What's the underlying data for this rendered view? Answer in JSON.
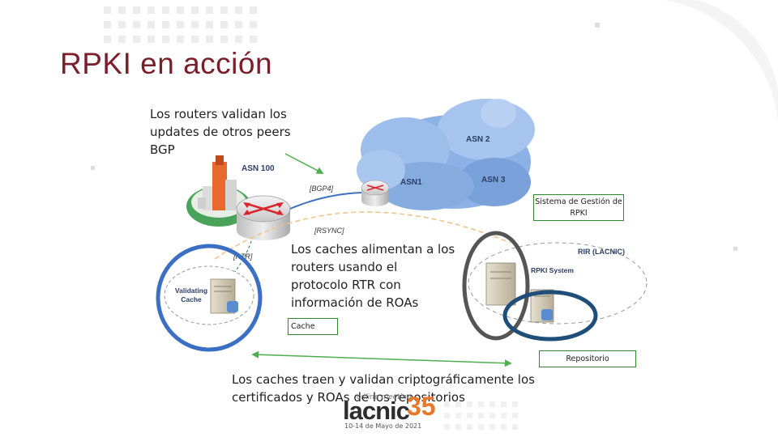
{
  "slide": {
    "title": "RPKI en acción",
    "note_validate": "Los routers validan los updates de otros peers BGP",
    "note_feed": "Los caches alimentan a los routers usando el protocolo RTR con información de ROAs",
    "note_fetch": "Los caches traen y validan criptográficamente los certificados y ROAs de los repositorios",
    "tag_system": "Sistema de Gestión de RPKI",
    "tag_cache": "Cache",
    "tag_repo": "Repositorio"
  },
  "diagram": {
    "asn100": "ASN 100",
    "asn1": "ASN1",
    "asn2": "ASN 2",
    "asn3": "ASN 3",
    "bgp4": "[BGP4]",
    "rsync": "[RSYNC]",
    "rtr": "[RTR]",
    "validating_cache": "Validating Cache",
    "rpki_system": "RPKI System",
    "rir": "RIR (LACNIC)"
  },
  "footer": {
    "meeting": "online meeting",
    "brand": "lacnic",
    "number": "35",
    "dates": "10-14 de Mayo de 2021"
  },
  "colors": {
    "title": "#7a1f2a",
    "green_arrow": "#4caf50",
    "blue_circle": "#3a6fc4",
    "dark_circle": "#555555",
    "navy_ellipse": "#1f4e79",
    "tag_border": "#2f8a2f",
    "cloud": "#7fa8e0",
    "brand_orange": "#e8792b"
  }
}
